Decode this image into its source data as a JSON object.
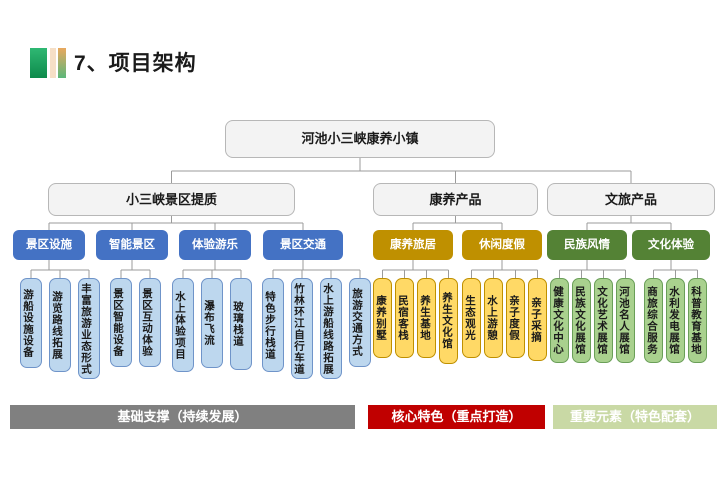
{
  "slide": {
    "title": "7、项目架构"
  },
  "colors": {
    "blue_category": "#4472C4",
    "blue_leaf_fill": "#BDD7EE",
    "gold_category": "#BF9000",
    "gold_leaf_fill": "#FFD966",
    "green_category": "#548235",
    "green_leaf_fill": "#A9D18E",
    "footer_gray": "#808080",
    "footer_red": "#C00000",
    "footer_light_green": "#C9D9A5"
  },
  "tree": {
    "root": "河池小三峡康养小镇",
    "branches": [
      {
        "label": "小三峡景区提质",
        "groups": [
          {
            "label": "景区设施",
            "leaves": [
              "游船设施设备",
              "游览路线拓展",
              "丰富旅游业态形式"
            ]
          },
          {
            "label": "智能景区",
            "leaves": [
              "景区智能设备",
              "景区互动体验"
            ]
          },
          {
            "label": "体验游乐",
            "leaves": [
              "水上体验项目",
              "瀑布飞流",
              "玻璃栈道"
            ]
          },
          {
            "label": "景区交通",
            "leaves": [
              "特色步行栈道",
              "竹林环江自行车道",
              "水上游船线路拓展",
              "旅游交通方式"
            ]
          }
        ]
      },
      {
        "label": "康养产品",
        "groups": [
          {
            "label": "康养旅居",
            "leaves": [
              "康养别墅",
              "民宿客栈",
              "养生基地",
              "养生文化馆"
            ]
          },
          {
            "label": "休闲度假",
            "leaves": [
              "生态观光",
              "水上游憩",
              "亲子度假",
              "亲子采摘"
            ]
          }
        ]
      },
      {
        "label": "文旅产品",
        "groups": [
          {
            "label": "民族风情",
            "leaves": [
              "健康文化中心",
              "民族文化展馆",
              "文化艺术展馆",
              "河池名人展馆"
            ]
          },
          {
            "label": "文化体验",
            "leaves": [
              "商旅综合服务",
              "水利发电展馆",
              "科普教育基地"
            ]
          }
        ]
      }
    ]
  },
  "footer_bars": [
    {
      "label": "基础支撑（持续发展）",
      "color": "#808080"
    },
    {
      "label": "核心特色（重点打造）",
      "color": "#C00000"
    },
    {
      "label": "重要元素（特色配套）",
      "color": "#C9D9A5"
    }
  ]
}
